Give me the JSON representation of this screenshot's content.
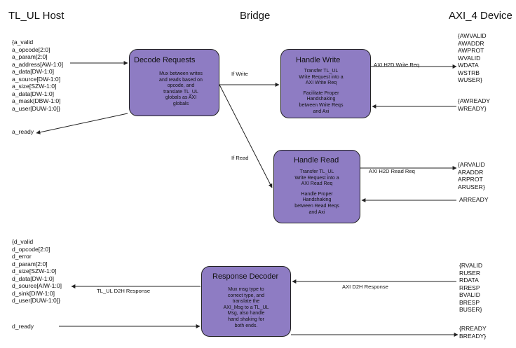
{
  "headings": {
    "host": "TL_UL Host",
    "bridge": "Bridge",
    "device": "AXI_4 Device"
  },
  "host_a_signals": [
    "{a_valid",
    "a_opcode[2:0]",
    "a_param[2:0]",
    "a_address[AW-1:0]",
    "a_data[DW-1:0]",
    "a_source[DW-1:0]",
    "a_size[SZW-1:0]",
    "a_data[DW-1:0]",
    "a_mask[DBW-1:0]",
    "a_user[DUW-1:0]}"
  ],
  "host_a_ready": "a_ready",
  "host_d_signals": [
    "{d_valid",
    "d_opcode[2:0]",
    "d_error",
    "d_param[2:0]",
    "d_size[SZW-1:0]",
    "d_data[DW-1:0]",
    "d_source[AIW-1:0]",
    "d_sink[DIW-1:0]",
    "d_user[DUW-1:0]}"
  ],
  "host_d_ready": "d_ready",
  "device_write_signals": [
    "{AWVALID",
    "AWADDR",
    "AWPROT",
    "WVALID",
    "WDATA",
    "WSTRB",
    "WUSER}"
  ],
  "device_write_ready": [
    "{AWREADY",
    "WREADY}"
  ],
  "device_read_signals": [
    "{ARVALID",
    "ARADDR",
    "ARPROT",
    "ARUSER}"
  ],
  "device_read_ready": "ARREADY",
  "device_resp_signals": [
    "{RVALID",
    "RUSER",
    "RDATA",
    "RRESP",
    "BVALID",
    "BRESP",
    "BUSER}"
  ],
  "device_resp_ready": [
    "{RREADY",
    "BREADY}"
  ],
  "blocks": {
    "decode": {
      "title": "Decode Requests",
      "desc": [
        "Mux between writes",
        "and reads based on",
        "opcode, and",
        "translate TL_UL",
        "globals as AXI",
        "globals"
      ]
    },
    "write": {
      "title": "Handle Write",
      "desc": [
        "Transfer TL_UL",
        "Write Request into a",
        "AXI Write Req",
        "",
        "Facilitate Proper",
        "Handshaking",
        "between Write Reqs",
        "and Axi"
      ]
    },
    "read": {
      "title": "Handle Read",
      "desc": [
        "Transfer TL_UL",
        "Write Request into a",
        "AXI Read Req",
        "",
        "Handle Proper",
        "Handshaking",
        "between Read Reqs",
        "and Axi"
      ]
    },
    "response": {
      "title": "Response Decoder",
      "desc": [
        "Mux msg type to",
        "correct type, and",
        "translate the",
        "AXI_Msg to a TL_UL",
        "Msg, also handle",
        "hand shaking for",
        "both ends."
      ]
    }
  },
  "edge_labels": {
    "if_write": "If Write",
    "if_read": "If Read",
    "axi_write_req": "AXI H2D Write Req",
    "axi_read_req": "AXI H2D Read Req",
    "axi_d2h_resp": "AXI D2H Response",
    "tl_d2h_resp": "TL_UL D2H Response"
  }
}
